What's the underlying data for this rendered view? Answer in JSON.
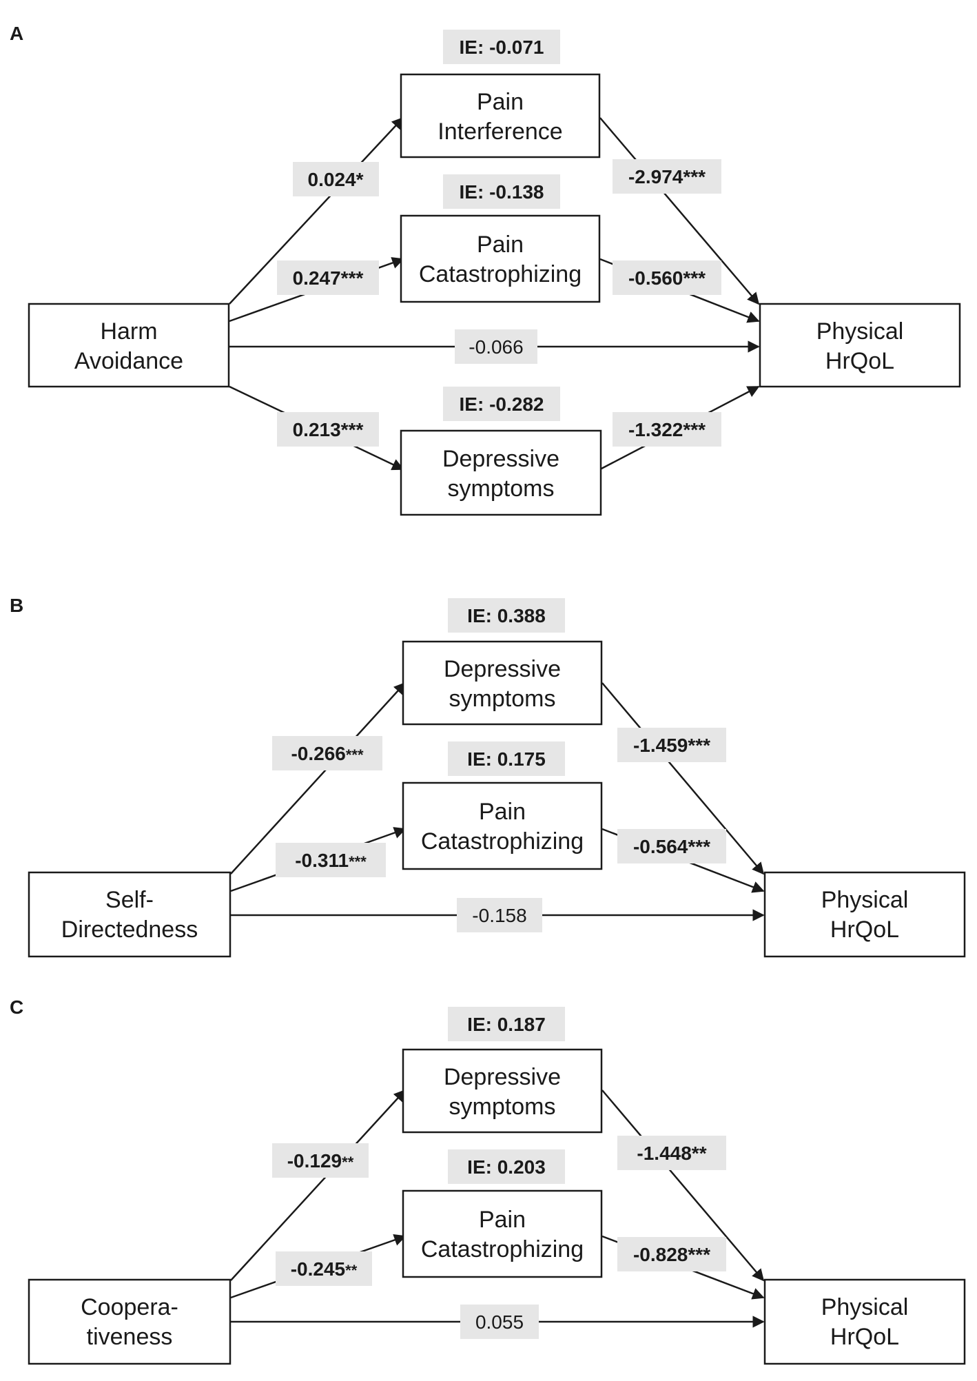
{
  "panels": {
    "a": {
      "letter": "A",
      "ie1": "IE: -0.071",
      "ie2": "IE: -0.138",
      "ie3": "IE: -0.282",
      "predictor": [
        "Harm",
        "Avoidance"
      ],
      "med1": [
        "Pain",
        "Interference"
      ],
      "med2": [
        "Pain",
        "Catastrophizing"
      ],
      "med3": [
        "Depressive",
        "symptoms"
      ],
      "outcome": [
        "Physical",
        "HrQoL"
      ],
      "a1": "0.024*",
      "a2": "0.247***",
      "a3": "0.213***",
      "b1": "-2.974***",
      "b2": "-0.560***",
      "b3": "-1.322***",
      "direct": "-0.066"
    },
    "b": {
      "letter": "B",
      "ie1": "IE: 0.388",
      "ie2": "IE: 0.175",
      "predictor": [
        "Self-",
        "Directedness"
      ],
      "med1": [
        "Depressive",
        "symptoms"
      ],
      "med2": [
        "Pain",
        "Catastrophizing"
      ],
      "outcome": [
        "Physical",
        "HrQoL"
      ],
      "a1_value": "-0.266",
      "a1_stars": "***",
      "a2_value": "-0.311",
      "a2_stars": "***",
      "b1": "-1.459***",
      "b2": "-0.564***",
      "direct": "-0.158"
    },
    "c": {
      "letter": "C",
      "ie1": "IE: 0.187",
      "ie2": "IE: 0.203",
      "predictor": [
        "Coopera-",
        "tiveness"
      ],
      "med1": [
        "Depressive",
        "symptoms"
      ],
      "med2": [
        "Pain",
        "Catastrophizing"
      ],
      "outcome": [
        "Physical",
        "HrQoL"
      ],
      "a1_value": "-0.129",
      "a1_stars": "**",
      "a2_value": "-0.245",
      "a2_stars": "**",
      "b1": "-1.448**",
      "b2": "-0.828***",
      "direct": "0.055"
    }
  }
}
